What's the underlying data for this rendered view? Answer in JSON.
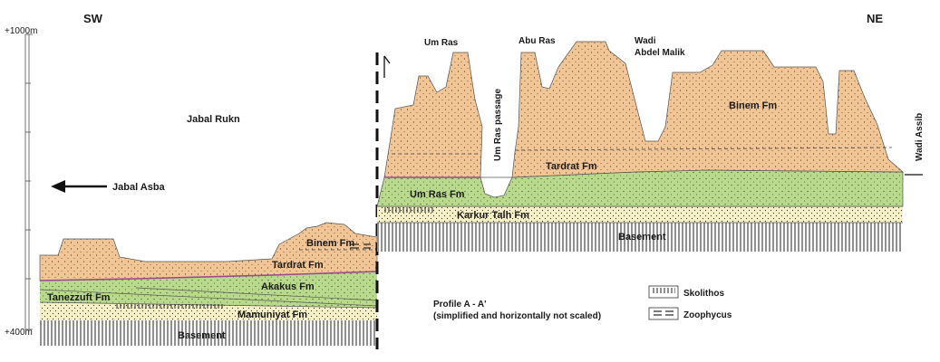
{
  "orientation": {
    "left": "SW",
    "right": "NE"
  },
  "scale": {
    "top": "+1000m",
    "bottom": "+400m"
  },
  "places": {
    "jabal_rukn": "Jabal Rukn",
    "jabal_asba": "Jabal Asba",
    "um_ras": "Um Ras",
    "abu_ras": "Abu Ras",
    "wadi_abdel_malik_1": "Wadi",
    "wadi_abdel_malik_2": "Abdel Malik",
    "um_ras_passage": "Um Ras passage",
    "wadi_assib": "Wadi Assib"
  },
  "formations_left": {
    "binem": "Binem Fm",
    "tardrat": "Tardrat Fm",
    "akakus": "Akakus Fm",
    "tanezzuft": "Tanezzuft Fm",
    "mamuniyat": "Mamuniyat Fm",
    "basement": "Basement"
  },
  "formations_right": {
    "binem": "Binem Fm",
    "tardrat": "Tardrat Fm",
    "um_ras": "Um Ras Fm",
    "karkur_talh": "Karkur Talh Fm",
    "basement": "Basement"
  },
  "profile": {
    "title": "Profile A - A'",
    "subtitle": "(simplified and horizontally not scaled)"
  },
  "legend": {
    "skolithos": "Skolithos",
    "zoophycus": "Zoophycus"
  },
  "colors": {
    "binem": "#f2c597",
    "akakus_umras": "#b9d98c",
    "mamuniyat_karkur": "#f6f0c6",
    "basement": "#ffffff",
    "contact": "#9b4a8c"
  }
}
